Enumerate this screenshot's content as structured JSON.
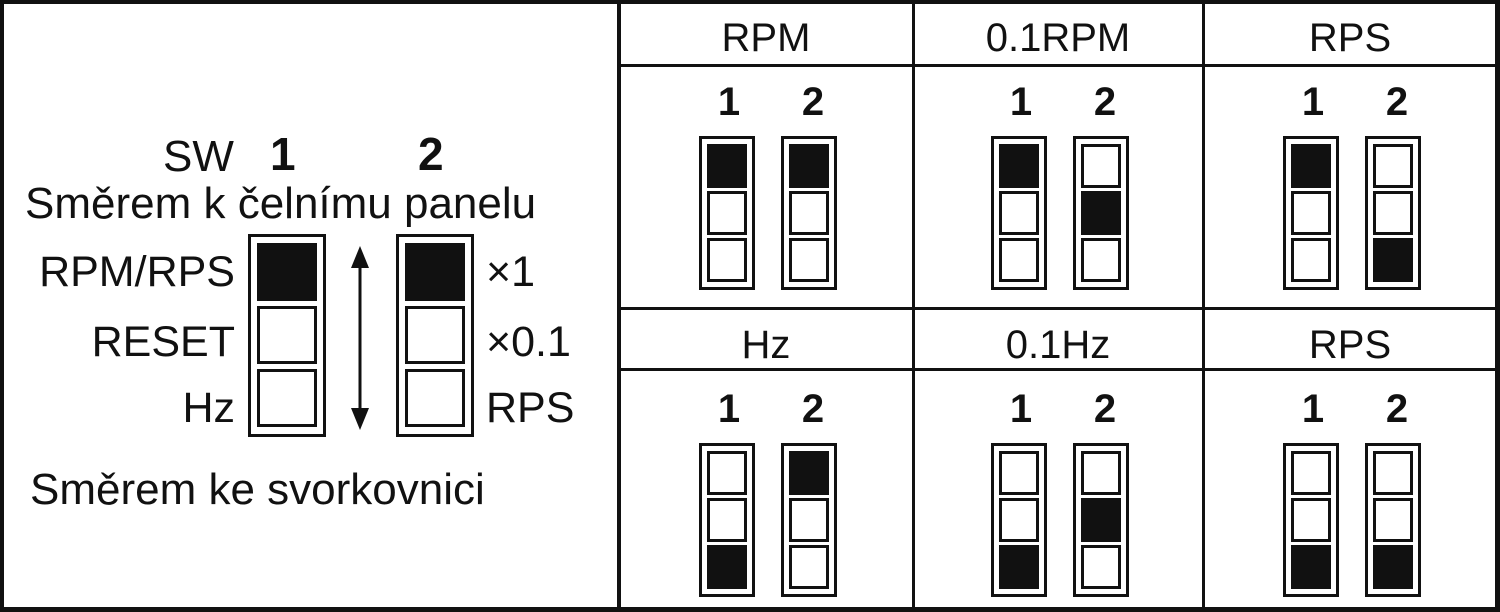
{
  "left_panel": {
    "sw_label": "SW",
    "sw1_label": "1",
    "sw2_label": "2",
    "top_direction": "Směrem k čelnímu panelu",
    "bottom_direction": "Směrem ke svorkovnici",
    "switch1_positions": [
      "RPM/RPS",
      "RESET",
      "Hz"
    ],
    "switch2_positions": [
      "×1",
      "×0.1",
      "RPS"
    ],
    "switch1_state": [
      1,
      0,
      0
    ],
    "switch2_state": [
      1,
      0,
      0
    ]
  },
  "modes": [
    {
      "title": "RPM",
      "sw1_label": "1",
      "sw2_label": "2",
      "sw1": [
        1,
        0,
        0
      ],
      "sw2": [
        1,
        0,
        0
      ]
    },
    {
      "title": "0.1RPM",
      "sw1_label": "1",
      "sw2_label": "2",
      "sw1": [
        1,
        0,
        0
      ],
      "sw2": [
        0,
        1,
        0
      ]
    },
    {
      "title": "RPS",
      "sw1_label": "1",
      "sw2_label": "2",
      "sw1": [
        1,
        0,
        0
      ],
      "sw2": [
        0,
        0,
        1
      ]
    },
    {
      "title": "Hz",
      "sw1_label": "1",
      "sw2_label": "2",
      "sw1": [
        0,
        0,
        1
      ],
      "sw2": [
        1,
        0,
        0
      ]
    },
    {
      "title": "0.1Hz",
      "sw1_label": "1",
      "sw2_label": "2",
      "sw1": [
        0,
        0,
        1
      ],
      "sw2": [
        0,
        1,
        0
      ]
    },
    {
      "title": "RPS",
      "sw1_label": "1",
      "sw2_label": "2",
      "sw1": [
        0,
        0,
        1
      ],
      "sw2": [
        0,
        0,
        1
      ]
    }
  ]
}
